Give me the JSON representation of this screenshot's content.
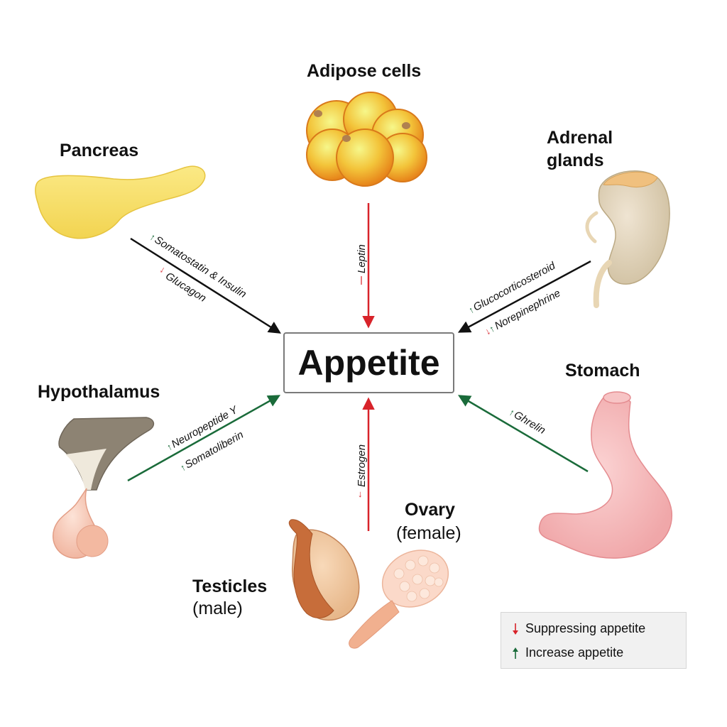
{
  "center": {
    "label": "Appetite"
  },
  "organs": {
    "adipose": {
      "title": "Adipose cells"
    },
    "pancreas": {
      "title": "Pancreas"
    },
    "adrenal": {
      "title_line1": "Adrenal",
      "title_line2": "glands"
    },
    "hypothalamus": {
      "title": "Hypothalamus"
    },
    "stomach": {
      "title": "Stomach"
    },
    "ovary": {
      "title": "Ovary",
      "subtitle": "(female)"
    },
    "testicles": {
      "title": "Testicles",
      "subtitle": "(male)"
    }
  },
  "hormones": {
    "leptin": "Leptin",
    "somatostatin_insulin": "Somatostatin & Insulin",
    "glucagon": "Glucagon",
    "glucocorticosteroid": "Glucocorticosteroid",
    "norepinephrine": "Norepinephrine",
    "neuropeptide_y": "Neuropeptide Y",
    "somatoliberin": "Somatoliberin",
    "ghrelin": "Ghrelin",
    "estrogen": "Estrogen"
  },
  "legend": {
    "suppress": "Suppressing appetite",
    "increase": "Increase appetite"
  },
  "colors": {
    "suppress": "#d8232a",
    "increase": "#1a6b3a",
    "neutral": "#111111"
  }
}
